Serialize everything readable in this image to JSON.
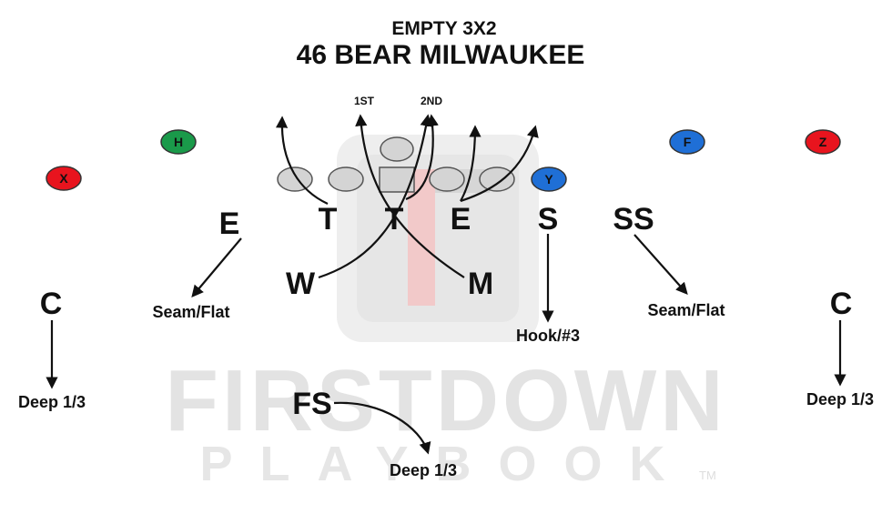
{
  "title": {
    "formation": "EMPTY 3X2",
    "play": "46 BEAR MILWAUKEE"
  },
  "gap_labels": {
    "first": "1ST",
    "second": "2ND"
  },
  "offense": {
    "x": "X",
    "h": "H",
    "y": "Y",
    "f": "F",
    "z": "Z",
    "colors": {
      "x": "#e8141e",
      "h": "#1a9a4a",
      "y": "#1f6fd6",
      "f": "#1f6fd6",
      "z": "#e8141e",
      "line": "#d4d4d4",
      "line_outline": "#555555"
    }
  },
  "defense": {
    "e_left": "E",
    "t_left": "T",
    "t_right": "T",
    "e_right": "E",
    "s": "S",
    "ss": "SS",
    "w": "W",
    "m": "M",
    "c_left": "C",
    "c_right": "C",
    "fs": "FS"
  },
  "assignments": {
    "e_left": "Seam/Flat",
    "ss": "Seam/Flat",
    "s": "Hook/#3",
    "c_left": "Deep 1/3",
    "c_right": "Deep 1/3",
    "fs": "Deep 1/3"
  },
  "watermark": {
    "line1": "FIRSTDOWN",
    "line2": "PLAYBOOK",
    "tm": "TM"
  }
}
